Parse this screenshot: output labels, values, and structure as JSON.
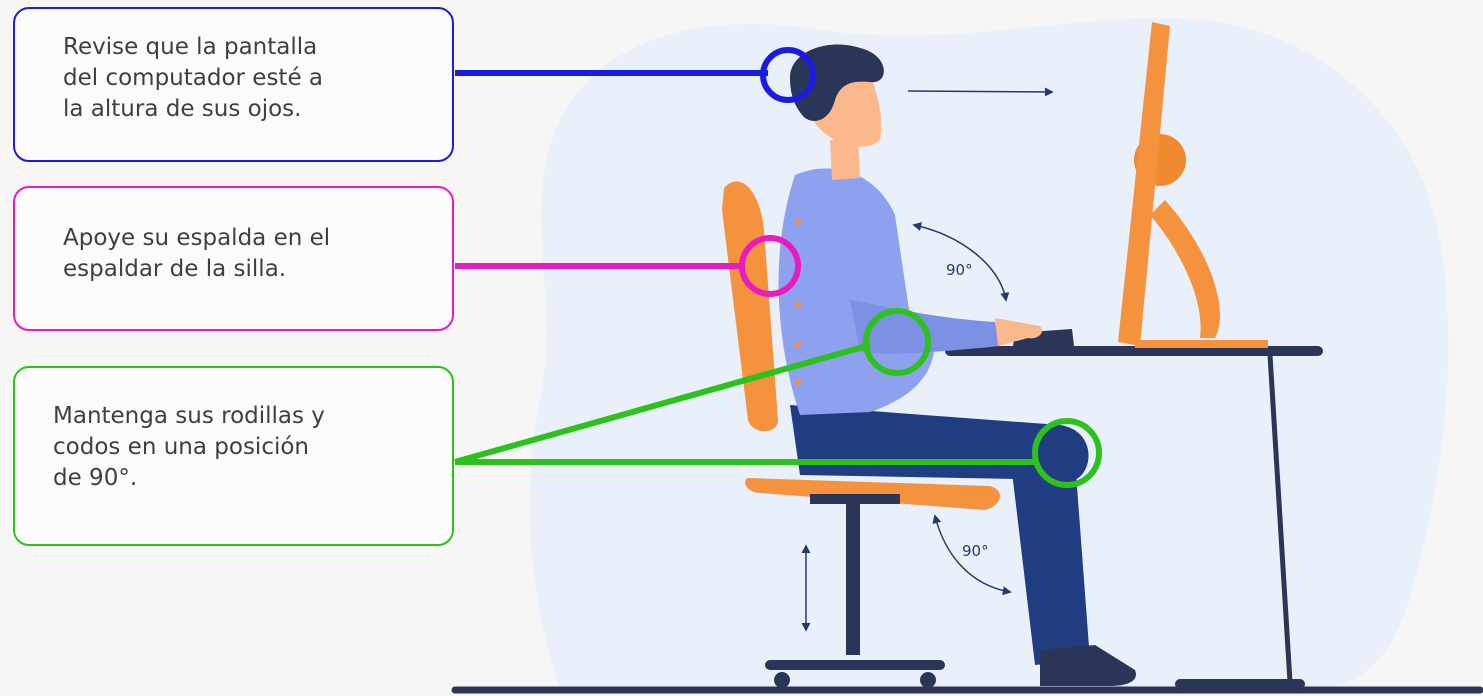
{
  "callouts": {
    "screen": {
      "line1": "Revise que la pantalla",
      "line2": "del computador esté a",
      "line3": "la altura de sus ojos.",
      "color": "#1c1ce0"
    },
    "back": {
      "line1": "Apoye su espalda en el",
      "line2": "espaldar de la silla.",
      "color": "#e81cbe"
    },
    "knees": {
      "line1": "Mantenga sus rodillas y",
      "line2": "codos en una posición",
      "line3": "de 90°.",
      "color": "#2cc11c"
    }
  },
  "angles": {
    "elbow": "90°",
    "knee": "90°"
  },
  "palette": {
    "background_blob": "#e9f0fa",
    "chair": "#f5923e",
    "shirt": "#8da1ee",
    "pants": "#213d82",
    "skin": "#fbb88c",
    "hair": "#2b3557",
    "monitor": "#f5923e",
    "desk": "#2b3557"
  }
}
